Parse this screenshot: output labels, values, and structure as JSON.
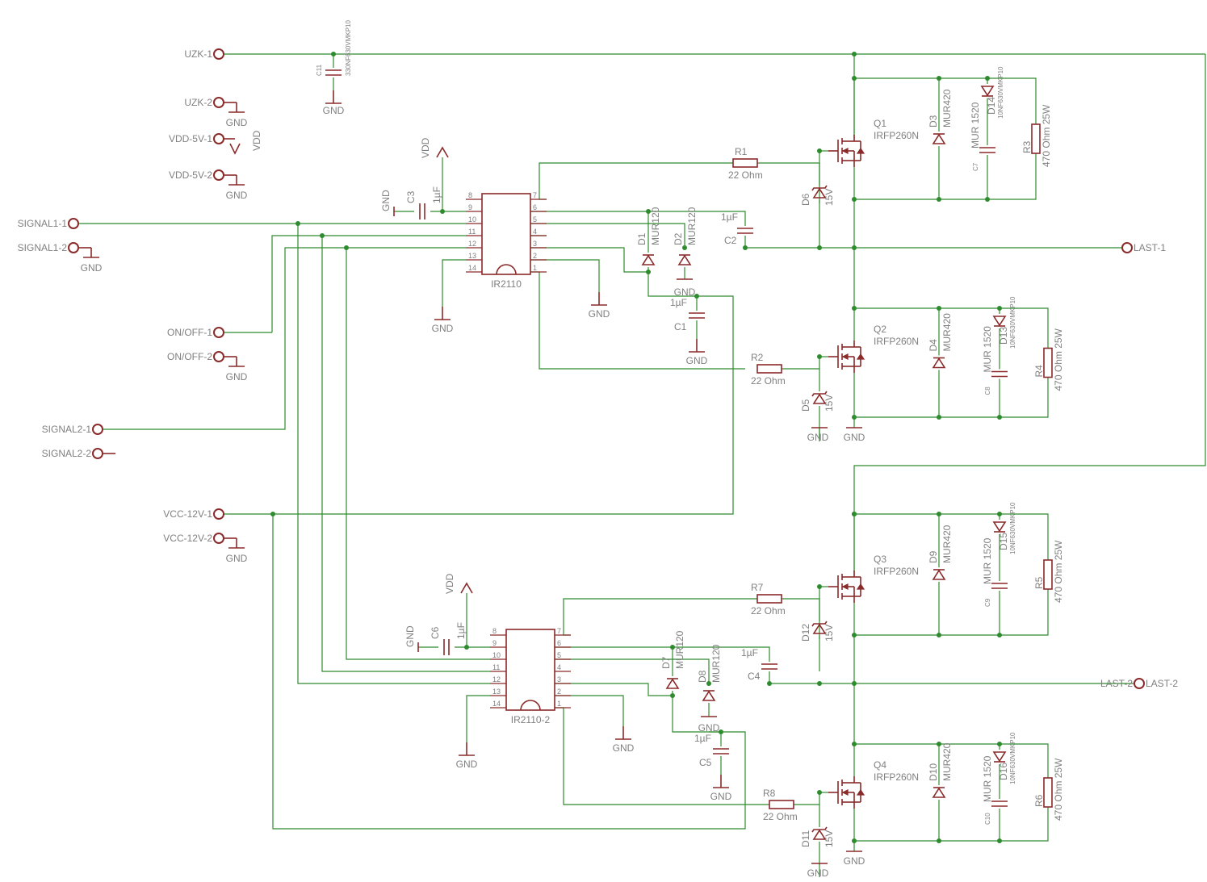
{
  "connectors": [
    {
      "label": "UZK-1"
    },
    {
      "label": "UZK-2"
    },
    {
      "label": "VDD-5V-1"
    },
    {
      "label": "VDD-5V-2"
    },
    {
      "label": "SIGNAL1-1"
    },
    {
      "label": "SIGNAL1-2"
    },
    {
      "label": "ON/OFF-1"
    },
    {
      "label": "ON/OFF-2"
    },
    {
      "label": "SIGNAL2-1"
    },
    {
      "label": "SIGNAL2-2"
    },
    {
      "label": "VCC-12V-1"
    },
    {
      "label": "VCC-12V-2"
    },
    {
      "label": "LAST-1"
    },
    {
      "label": "LAST-2"
    }
  ],
  "nets": {
    "gnd": "GND",
    "vdd": "VDD"
  },
  "c11": {
    "name": "C11",
    "value": "330NF630VMKP10"
  },
  "drivers": [
    {
      "name": "IR2110",
      "pins": [
        "8",
        "9",
        "10",
        "11",
        "12",
        "13",
        "14",
        "7",
        "6",
        "5",
        "4",
        "3",
        "2",
        "1"
      ]
    },
    {
      "name": "IR2110-2",
      "pins": [
        "8",
        "9",
        "10",
        "11",
        "12",
        "13",
        "14",
        "7",
        "6",
        "5",
        "4",
        "3",
        "2",
        "1"
      ]
    }
  ],
  "parts": {
    "c3": {
      "name": "C3",
      "value": "1µF"
    },
    "c6": {
      "name": "C6",
      "value": "1µF"
    },
    "c1": {
      "name": "C1",
      "value": "1µF"
    },
    "c2": {
      "name": "C2",
      "value": "1µF"
    },
    "c4": {
      "name": "C4",
      "value": "1µF"
    },
    "c5": {
      "name": "C5",
      "value": "1µF"
    },
    "d1": {
      "name": "D1",
      "value": "MUR120"
    },
    "d2": {
      "name": "D2",
      "value": "MUR120"
    },
    "d7": {
      "name": "D7",
      "value": "MUR120"
    },
    "d8": {
      "name": "D8",
      "value": "MUR120"
    }
  },
  "stages": [
    {
      "q": "Q1",
      "q_val": "IRFP260N",
      "r": "R1",
      "r_val": "22 Ohm",
      "z": "D6",
      "z_val": "15V",
      "d_mur": "D3",
      "d_mur_val": "MUR420",
      "d_snub": "D14",
      "d_snub_val": "MUR 1520",
      "c": "C7",
      "c_val": "10NF630VMKP10",
      "rl": "R3",
      "rl_val": "470 Ohm 25W"
    },
    {
      "q": "Q2",
      "q_val": "IRFP260N",
      "r": "R2",
      "r_val": "22 Ohm",
      "z": "D5",
      "z_val": "15V",
      "d_mur": "D4",
      "d_mur_val": "MUR420",
      "d_snub": "D13",
      "d_snub_val": "MUR 1520",
      "c": "C8",
      "c_val": "10NF630VMKP10",
      "rl": "R4",
      "rl_val": "470 Ohm 25W"
    },
    {
      "q": "Q3",
      "q_val": "IRFP260N",
      "r": "R7",
      "r_val": "22 Ohm",
      "z": "D12",
      "z_val": "15V",
      "d_mur": "D9",
      "d_mur_val": "MUR420",
      "d_snub": "D15",
      "d_snub_val": "MUR 1520",
      "c": "C9",
      "c_val": "10NF630VMKP10",
      "rl": "R5",
      "rl_val": "470 Ohm 25W"
    },
    {
      "q": "Q4",
      "q_val": "IRFP260N",
      "r": "R8",
      "r_val": "22 Ohm",
      "z": "D11",
      "z_val": "15V",
      "d_mur": "D10",
      "d_mur_val": "MUR420",
      "d_snub": "D16",
      "d_snub_val": "MUR 1520",
      "c": "C10",
      "c_val": "10NF630VMKP10",
      "rl": "R6",
      "rl_val": "470 Ohm 25W"
    }
  ]
}
